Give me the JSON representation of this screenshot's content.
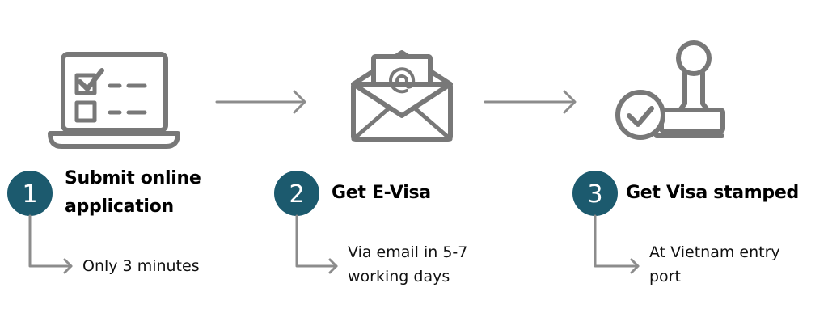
{
  "steps": [
    {
      "number": "1",
      "title_lines": [
        "Submit online",
        "application"
      ],
      "desc_lines": [
        "Only 3 minutes"
      ],
      "icon": "laptop-checklist-icon"
    },
    {
      "number": "2",
      "title_lines": [
        "Get E-Visa"
      ],
      "desc_lines": [
        "Via email in 5-7",
        "working days"
      ],
      "icon": "email-envelope-icon"
    },
    {
      "number": "3",
      "title_lines": [
        "Get Visa stamped"
      ],
      "desc_lines": [
        "At Vietnam entry",
        "port"
      ],
      "icon": "stamp-check-icon"
    }
  ],
  "colors": {
    "badge": "#1c5a6e",
    "icon": "#787878",
    "connector": "#8c8c8c",
    "title": "#000000",
    "text": "#111111"
  }
}
